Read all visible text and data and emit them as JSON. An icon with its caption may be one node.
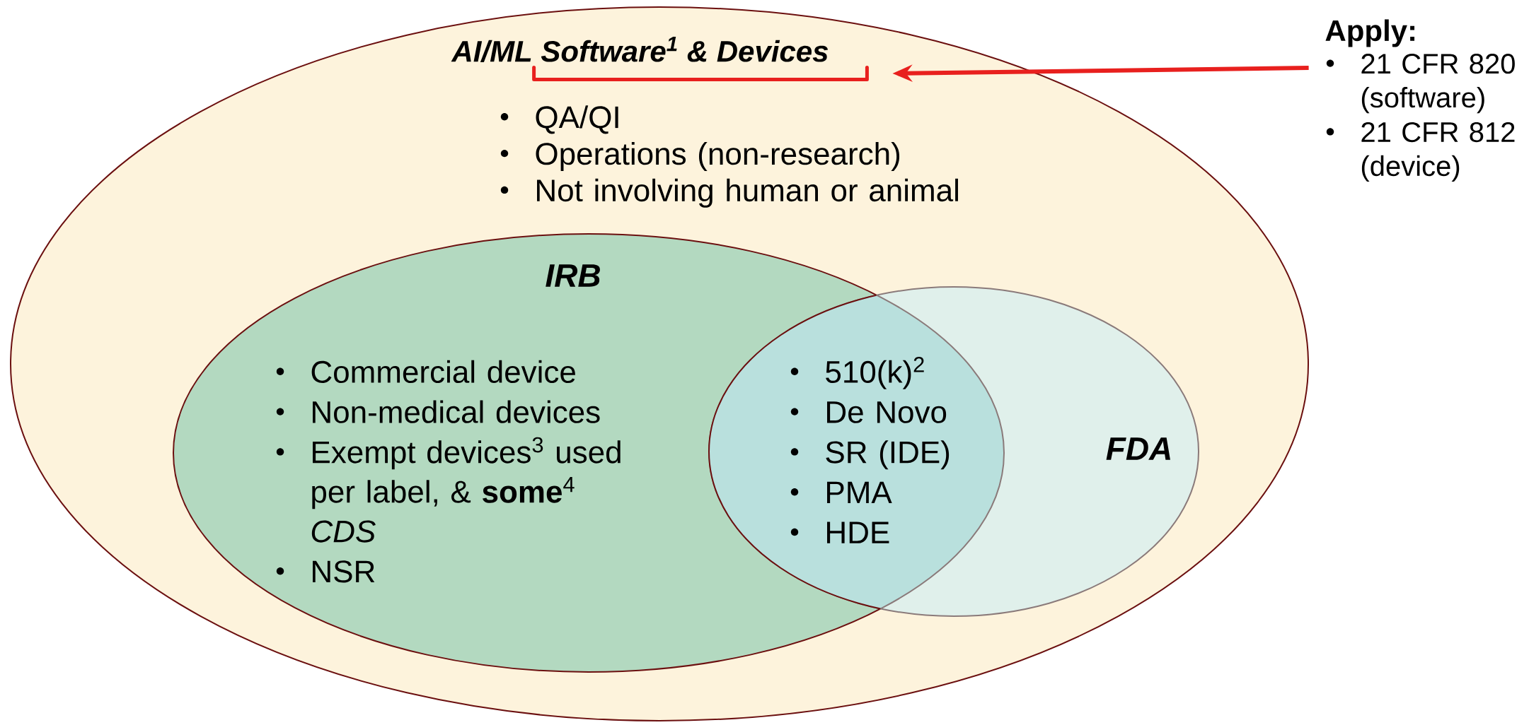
{
  "diagram": {
    "nodes": [
      {
        "text": [
          "AI/ML Software$^{1}$ & Devices",
          "QA/QI",
          "Operations (non-research)",
          "Not involving human or animal"
        ]
      },
      {
        "text": [
          "IRB",
          "Commercial device",
          "Non-medical devices",
          "Exempt devices$^{3}$ used per label, & **some**$^{4}$ *CDS*",
          "NSR"
        ],
        "in": 0
      },
      {
        "text": [
          "FDA"
        ],
        "in": 0
      },
      {
        "text": [
          "Apply:",
          "21 CFR 820 (software)",
          "21 CFR 812 (device)"
        ]
      },
      {
        "text": [],
        "shape": "bracket",
        "in": 0
      }
    ],
    "edges": [
      {
        "from": 3,
        "to": 4,
        "arrow": "to",
        "color": "#e8201e"
      }
    ],
    "labels": [
      "510(k)$^{2}$",
      "De Novo",
      "SR (IDE)",
      "PMA",
      "HDE"
    ]
  }
}
